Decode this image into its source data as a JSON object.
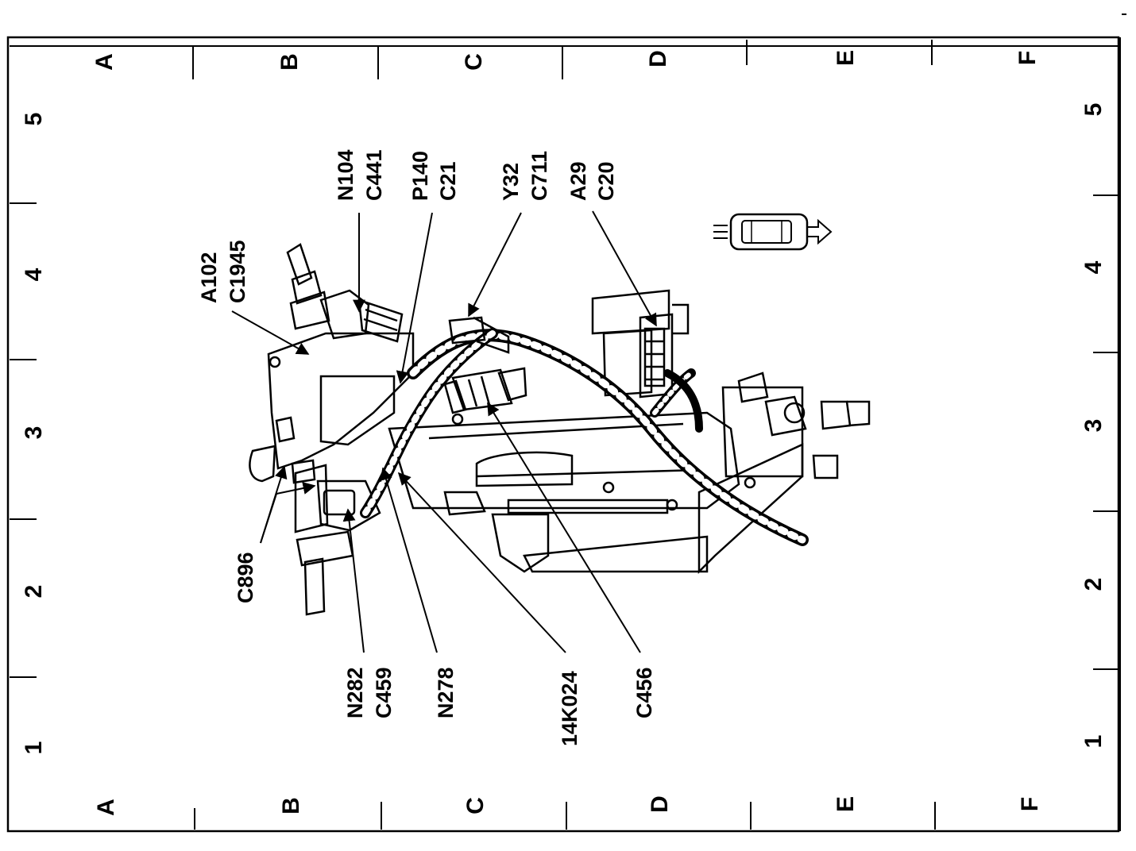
{
  "grid": {
    "columns": [
      "A",
      "B",
      "C",
      "D",
      "E",
      "F"
    ],
    "rows": [
      "1",
      "2",
      "3",
      "4",
      "5"
    ]
  },
  "callouts": {
    "a102": "A102",
    "c1945": "C1945",
    "n104": "N104",
    "c441": "C441",
    "p140": "P140",
    "c21": "C21",
    "y32": "Y32",
    "c711": "C711",
    "a29": "A29",
    "c20": "C20",
    "c896": "C896",
    "n282": "N282",
    "c459": "C459",
    "n278": "N278",
    "k14k024": "14K024",
    "c456": "C456"
  },
  "orientation_icon": "vehicle-front-arrow-icon",
  "colors": {
    "ink": "#000000",
    "paper": "#ffffff"
  }
}
